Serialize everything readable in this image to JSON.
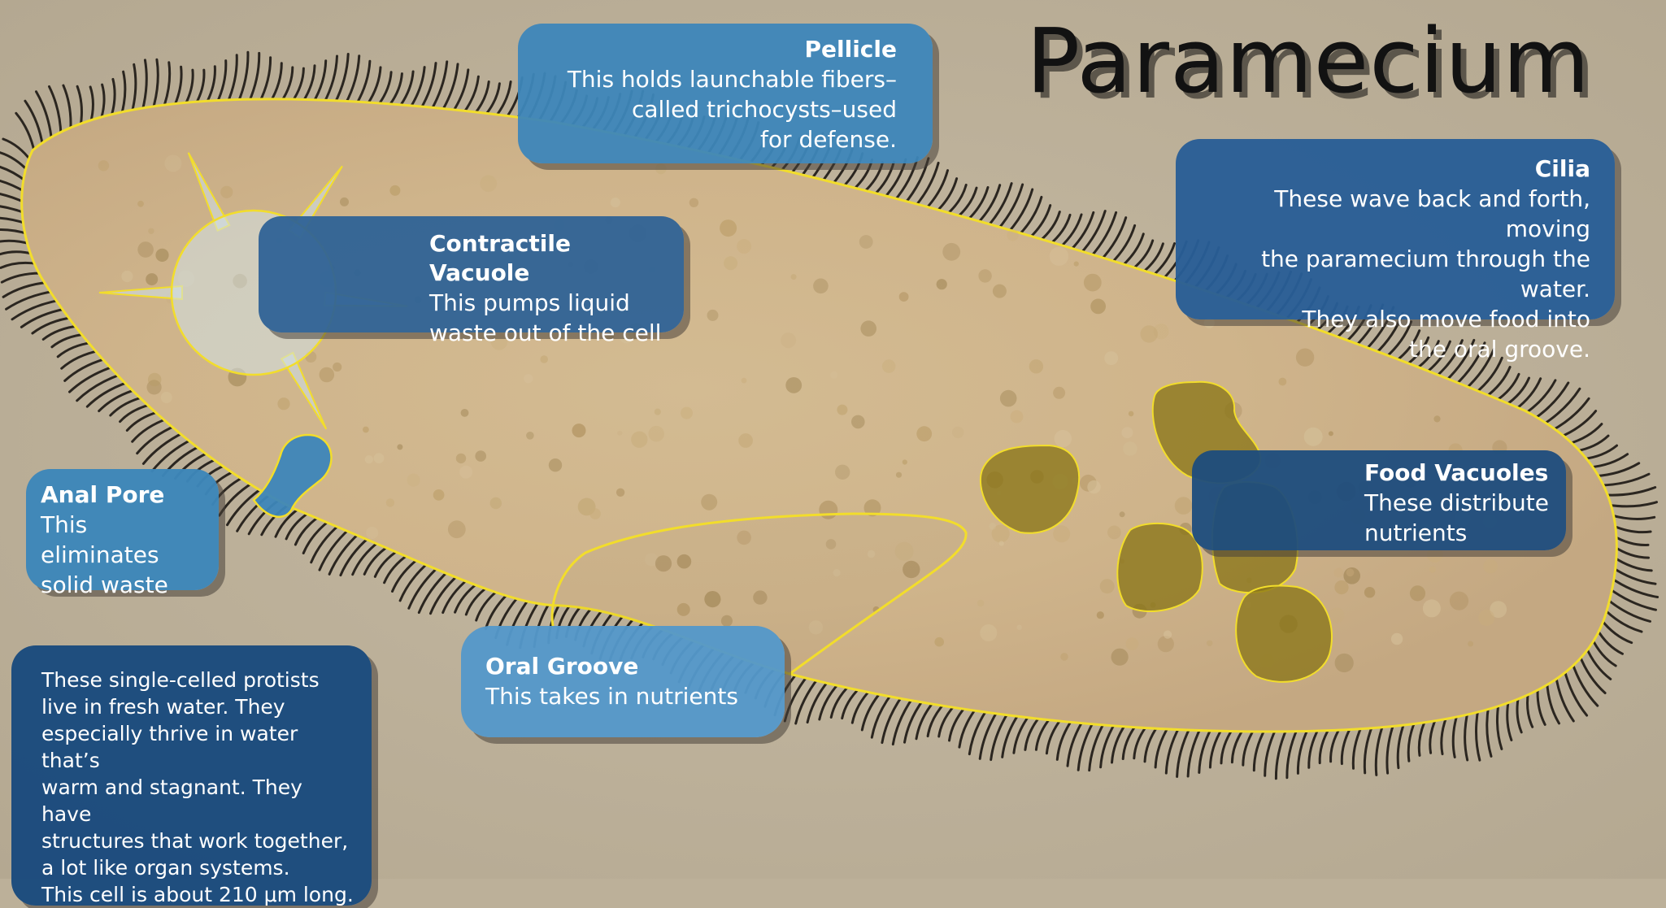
{
  "title": "Paramecium",
  "colors": {
    "background": "#bcb099",
    "cell": "#cdb48e",
    "outline": "#f2dd2b",
    "cilia": "#2b2620",
    "food_vacuole": "#8b7a1c",
    "callout_light": "#3d86b9",
    "callout_dark": "#1c4b7d"
  },
  "callouts": {
    "pellicle": {
      "heading": "Pellicle",
      "body": "This holds launchable fibers–\ncalled  trichocysts–used\nfor defense."
    },
    "cilia": {
      "heading": "Cilia",
      "body": "These wave back and forth, moving\nthe paramecium through the water.\nThey also move food into\nthe oral groove."
    },
    "contractile_vacuole": {
      "heading": "Contractile Vacuole",
      "body": "This pumps liquid\nwaste out of the cell"
    },
    "food_vacuoles": {
      "heading": "Food Vacuoles",
      "body": "These distribute\nnutrients"
    },
    "anal_pore": {
      "heading": "Anal Pore",
      "body": "This eliminates\nsolid waste"
    },
    "oral_groove": {
      "heading": "Oral Groove",
      "body": "This takes in nutrients"
    }
  },
  "note": "These single-celled protists\nlive in fresh water. They\nespecially thrive in water that’s\nwarm and stagnant. They have\nstructures that work together,\na lot like organ systems.\nThis cell is about 210 μm long."
}
